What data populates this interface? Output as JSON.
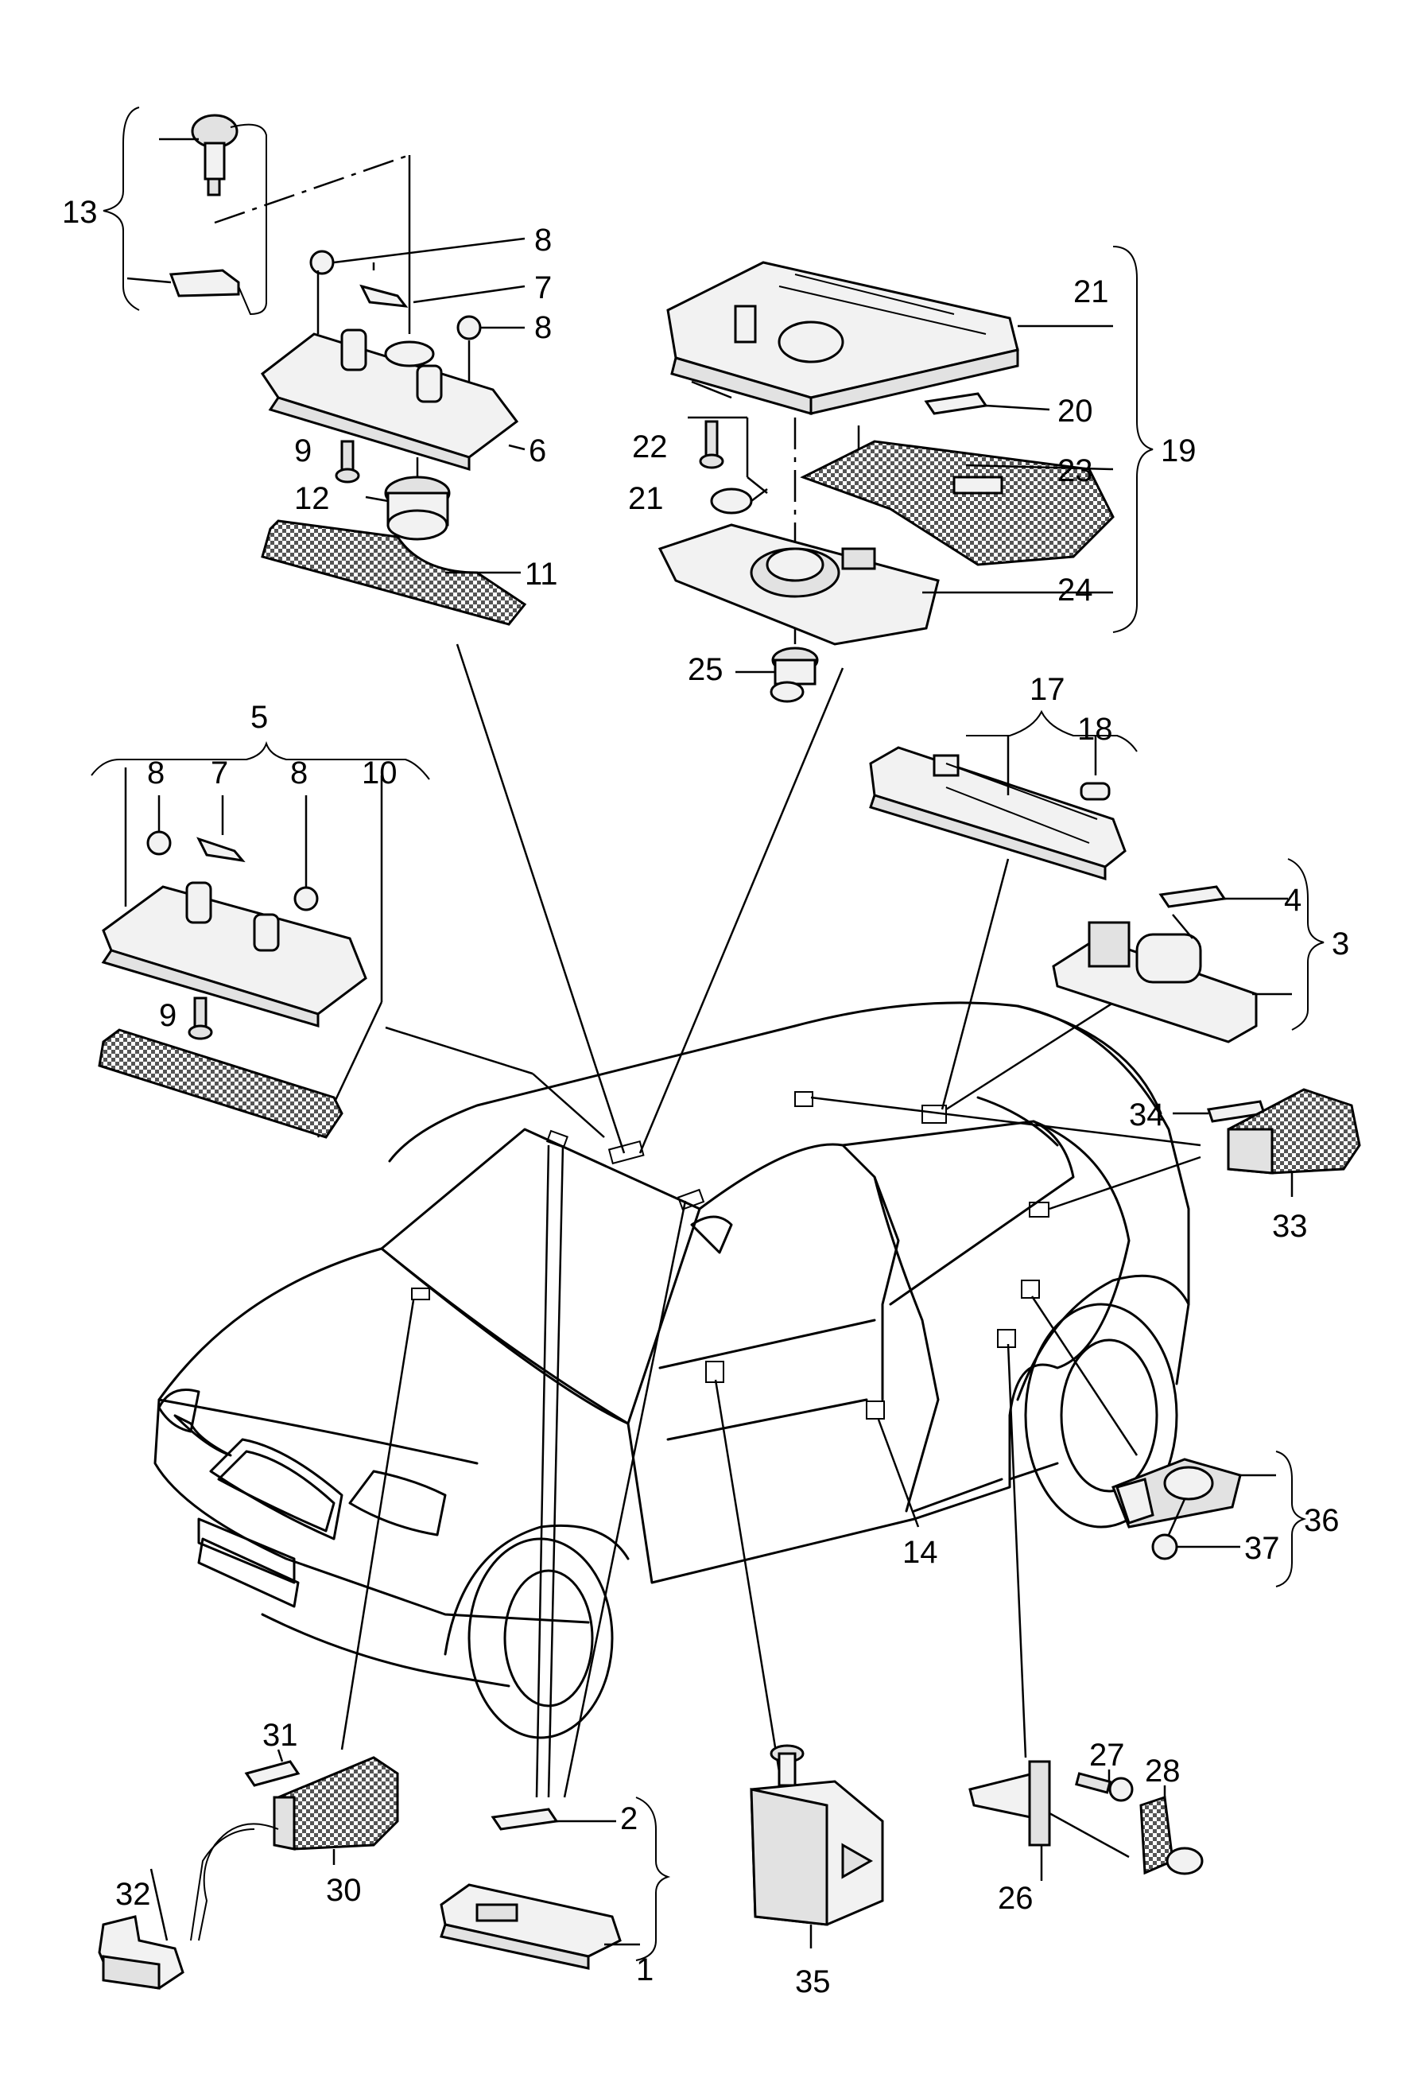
{
  "labels": {
    "l1": "1",
    "l2": "2",
    "l3": "3",
    "l4": "4",
    "l5": "5",
    "l6": "6",
    "l7a": "7",
    "l7b": "7",
    "l8a": "8",
    "l8b": "8",
    "l8c": "8",
    "l8d": "8",
    "l9a": "9",
    "l9b": "9",
    "l10": "10",
    "l11": "11",
    "l12": "12",
    "l13": "13",
    "l14": "14",
    "l17": "17",
    "l18": "18",
    "l19": "19",
    "l20": "20",
    "l21a": "21",
    "l21b": "21",
    "l22": "22",
    "l23": "23",
    "l24": "24",
    "l25": "25",
    "l26": "26",
    "l27": "27",
    "l28": "28",
    "l30": "30",
    "l31": "31",
    "l32": "32",
    "l33": "33",
    "l34": "34",
    "l35": "35",
    "l36": "36",
    "l37": "37"
  }
}
